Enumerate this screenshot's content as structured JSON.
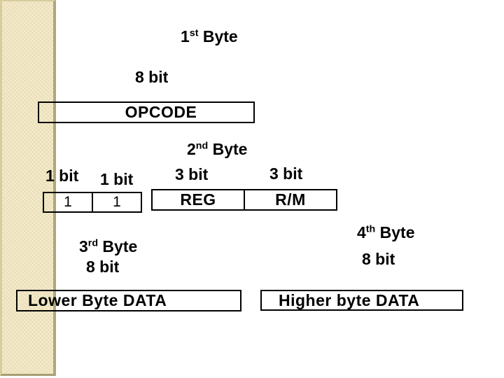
{
  "slide": {
    "background": "#FFFFFF",
    "stripe_fill": "#F0E4BD",
    "stripe_edge": "#B0A67C",
    "text_color": "#000000",
    "box_border_color": "#000000"
  },
  "labels": {
    "byte1": {
      "num": "1",
      "sup": "st",
      "rest": " Byte"
    },
    "byte2": {
      "num": "2",
      "sup": "nd",
      "rest": " Byte"
    },
    "byte3": {
      "num": "3",
      "sup": "rd",
      "rest": " Byte"
    },
    "byte4": {
      "num": "4",
      "sup": "th",
      "rest": " Byte"
    },
    "bits8_first": "8 bit",
    "bits8_third": "8 bit",
    "bits8_fourth": "8 bit",
    "bit1_a": "1 bit",
    "bit1_b": "1 bit",
    "bit3_a": "3 bit",
    "bit3_b": "3 bit"
  },
  "boxes": {
    "opcode": {
      "label": "OPCODE"
    },
    "bits": {
      "cells": [
        "1",
        "1"
      ]
    },
    "modrm": {
      "cells": [
        "REG",
        "R/M"
      ]
    },
    "data_lower": {
      "label": "Lower Byte DATA"
    },
    "data_higher": {
      "label": "Higher byte DATA"
    }
  }
}
